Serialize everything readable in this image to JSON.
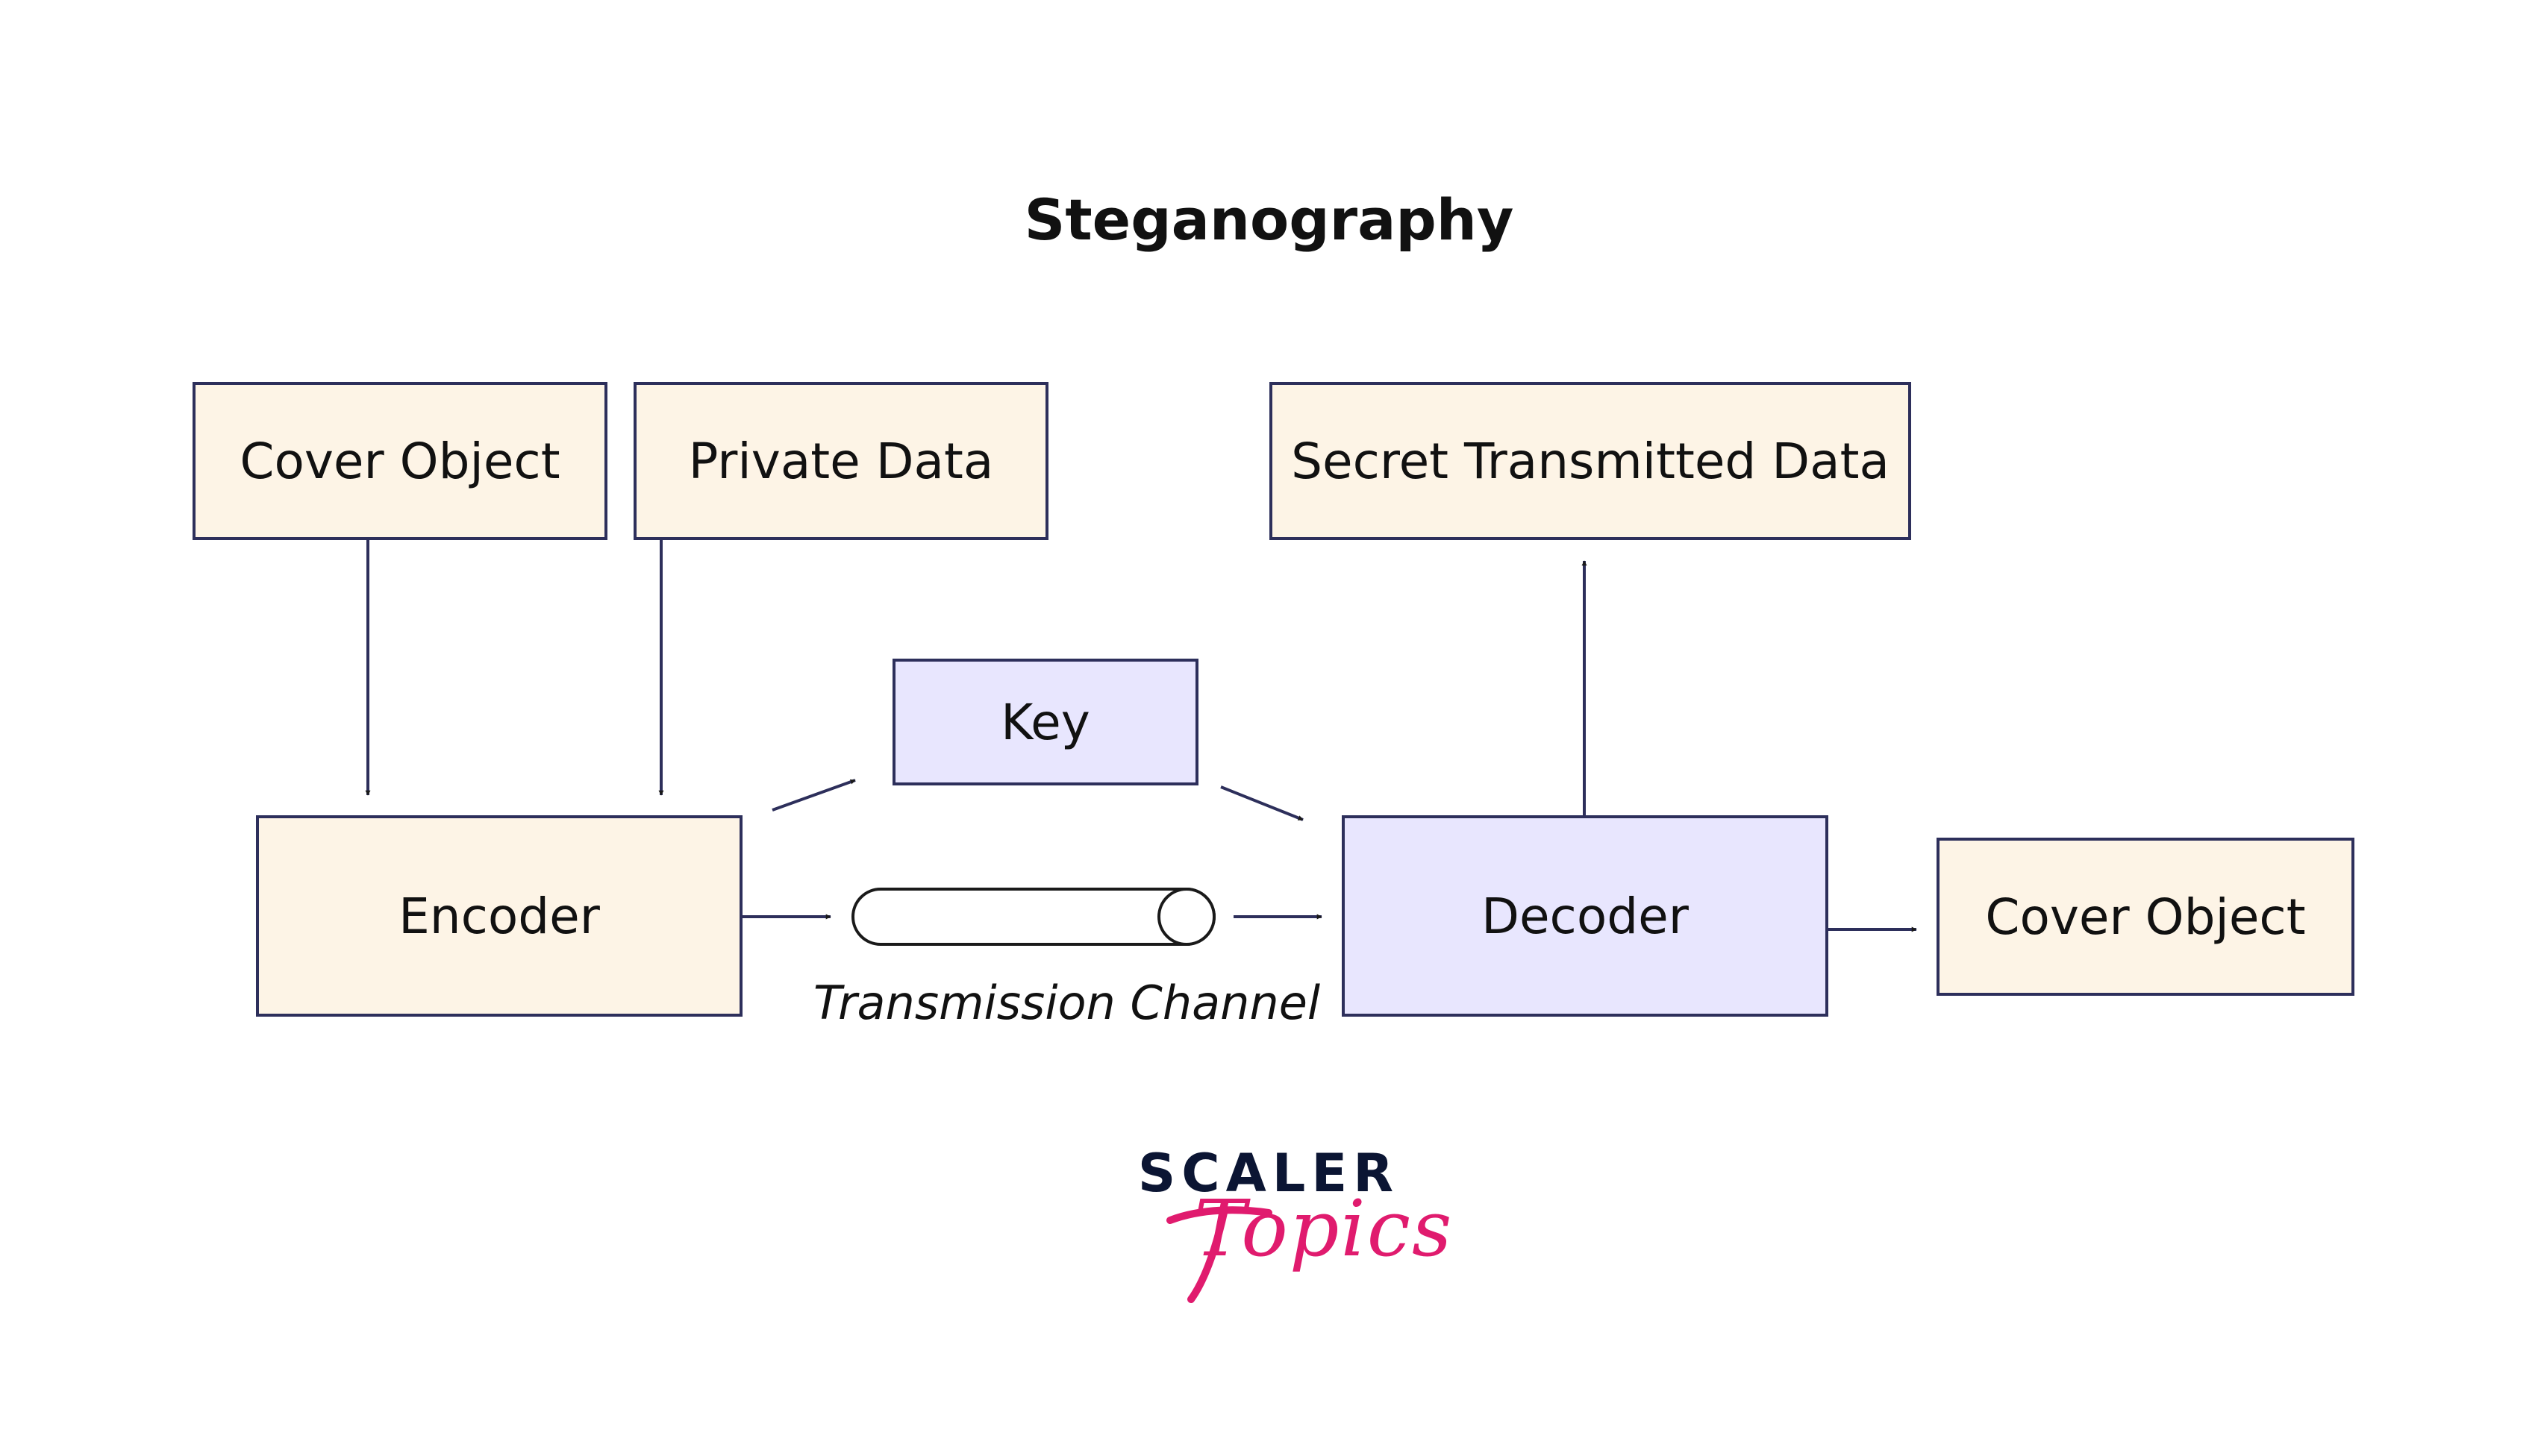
{
  "title": "Steganography",
  "nodes": {
    "cover_object_in": "Cover Object",
    "private_data": "Private Data",
    "secret_data": "Secret Transmitted Data",
    "key": "Key",
    "encoder": "Encoder",
    "decoder": "Decoder",
    "cover_object_out": "Cover Object"
  },
  "channel_label": "Transmission Channel",
  "logo": {
    "top": "SCALER",
    "bottom": "Topics"
  },
  "colors": {
    "cream_fill": "#fdf4e6",
    "lavender_fill": "#e8e6fe",
    "border": "#2d2f5b",
    "logo_navy": "#0b1533",
    "logo_pink": "#e01b6e"
  }
}
